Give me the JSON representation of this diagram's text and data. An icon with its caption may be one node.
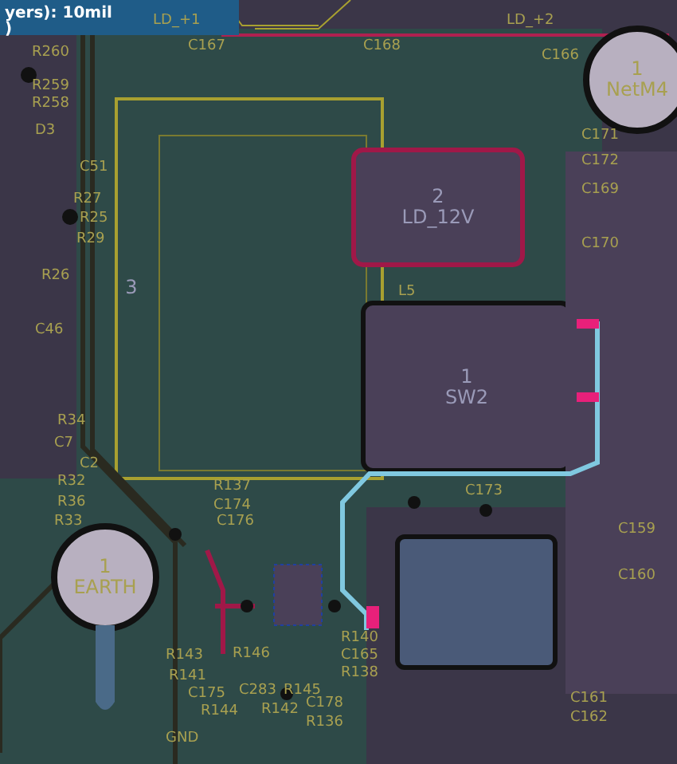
{
  "diagram": {
    "nodes": [
      {
        "text": [
          "3"
        ]
      },
      {
        "text": [
          "1",
          "NetM4"
        ]
      },
      {
        "text": [
          "2",
          "LD_12V"
        ]
      },
      {
        "text": [
          "1",
          "SW2"
        ]
      },
      {
        "text": [
          "1",
          "EARTH"
        ]
      },
      {
        "text": [],
        "shape": "box"
      }
    ],
    "labels": [
      "yers): 10mil",
      ")",
      "R260",
      "R259",
      "R258",
      "D3",
      "C51",
      "R27",
      "R25",
      "R29",
      "LD_+1",
      "C167",
      "C168",
      "LD_+2",
      "C166",
      "C171",
      "C172",
      "C169",
      "C170",
      "R26",
      "C46",
      "R34",
      "C7",
      "C2",
      "R32",
      "R36",
      "R137",
      "C174",
      "L5",
      "C173",
      "R33",
      "C176",
      "R143",
      "R146",
      "R141",
      "C175",
      "R144",
      "C283",
      "R142",
      "R145",
      "C178",
      "R136",
      "GND",
      "R140",
      "C165",
      "R138",
      "C159",
      "C160",
      "C161",
      "C162"
    ]
  }
}
